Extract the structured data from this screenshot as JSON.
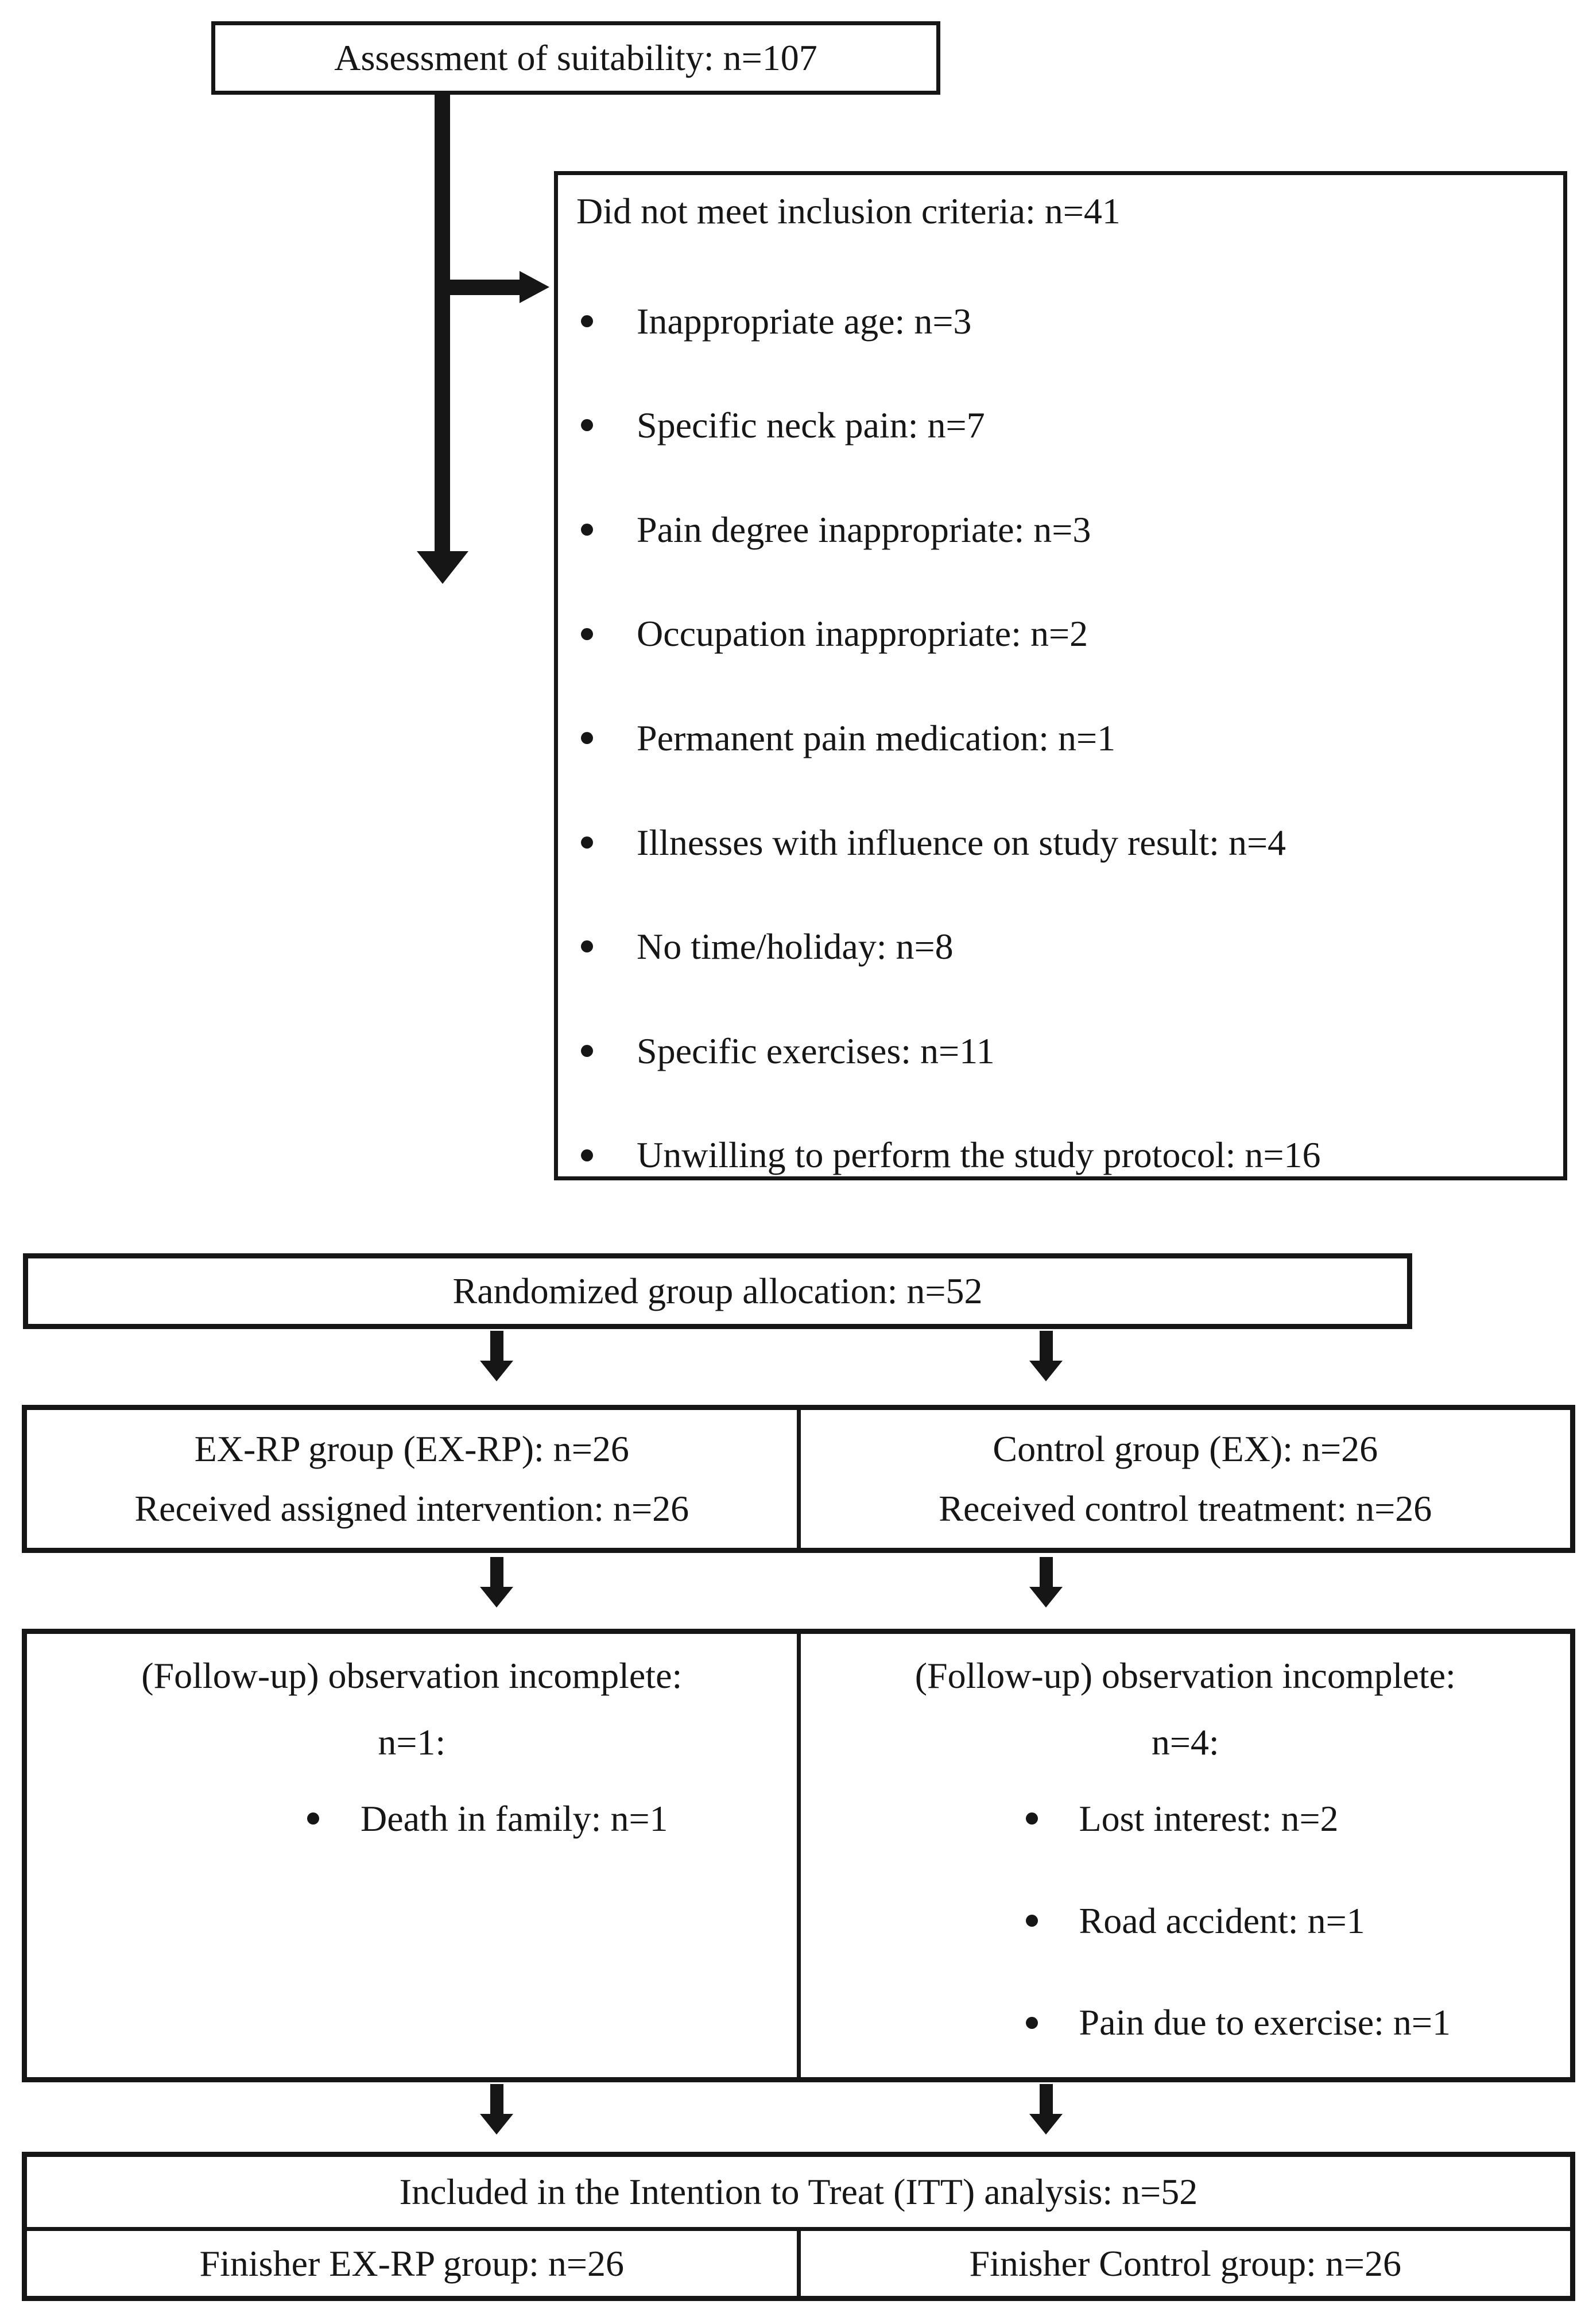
{
  "colors": {
    "ink": "#161616",
    "background": "#ffffff"
  },
  "flowchart": {
    "assessment": {
      "label": "Assessment of suitability: n=107"
    },
    "exclusion": {
      "title": "Did not meet inclusion criteria: n=41",
      "items": [
        "Inappropriate age: n=3",
        "Specific neck pain: n=7",
        "Pain degree inappropriate: n=3",
        "Occupation inappropriate: n=2",
        "Permanent pain medication: n=1",
        "Illnesses with influence on study result: n=4",
        "No time/holiday: n=8",
        "Specific exercises: n=11",
        "Unwilling to perform the study protocol: n=16"
      ]
    },
    "randomized": {
      "label": "Randomized group allocation: n=52"
    },
    "groups": {
      "left": {
        "line1": "EX-RP group (EX-RP): n=26",
        "line2": "Received assigned intervention: n=26"
      },
      "right": {
        "line1": "Control group (EX): n=26",
        "line2": "Received control treatment: n=26"
      }
    },
    "followup": {
      "left": {
        "title": "(Follow-up) observation incomplete:",
        "subtitle": "n=1:",
        "items": [
          "Death in family: n=1"
        ]
      },
      "right": {
        "title": "(Follow-up) observation incomplete:",
        "subtitle": "n=4:",
        "items": [
          "Lost interest: n=2",
          "Road accident: n=1",
          "Pain due to exercise: n=1"
        ]
      }
    },
    "itt": {
      "title": "Included in the Intention to Treat (ITT) analysis: n=52",
      "left": "Finisher EX-RP group: n=26",
      "right": "Finisher Control group: n=26"
    }
  }
}
